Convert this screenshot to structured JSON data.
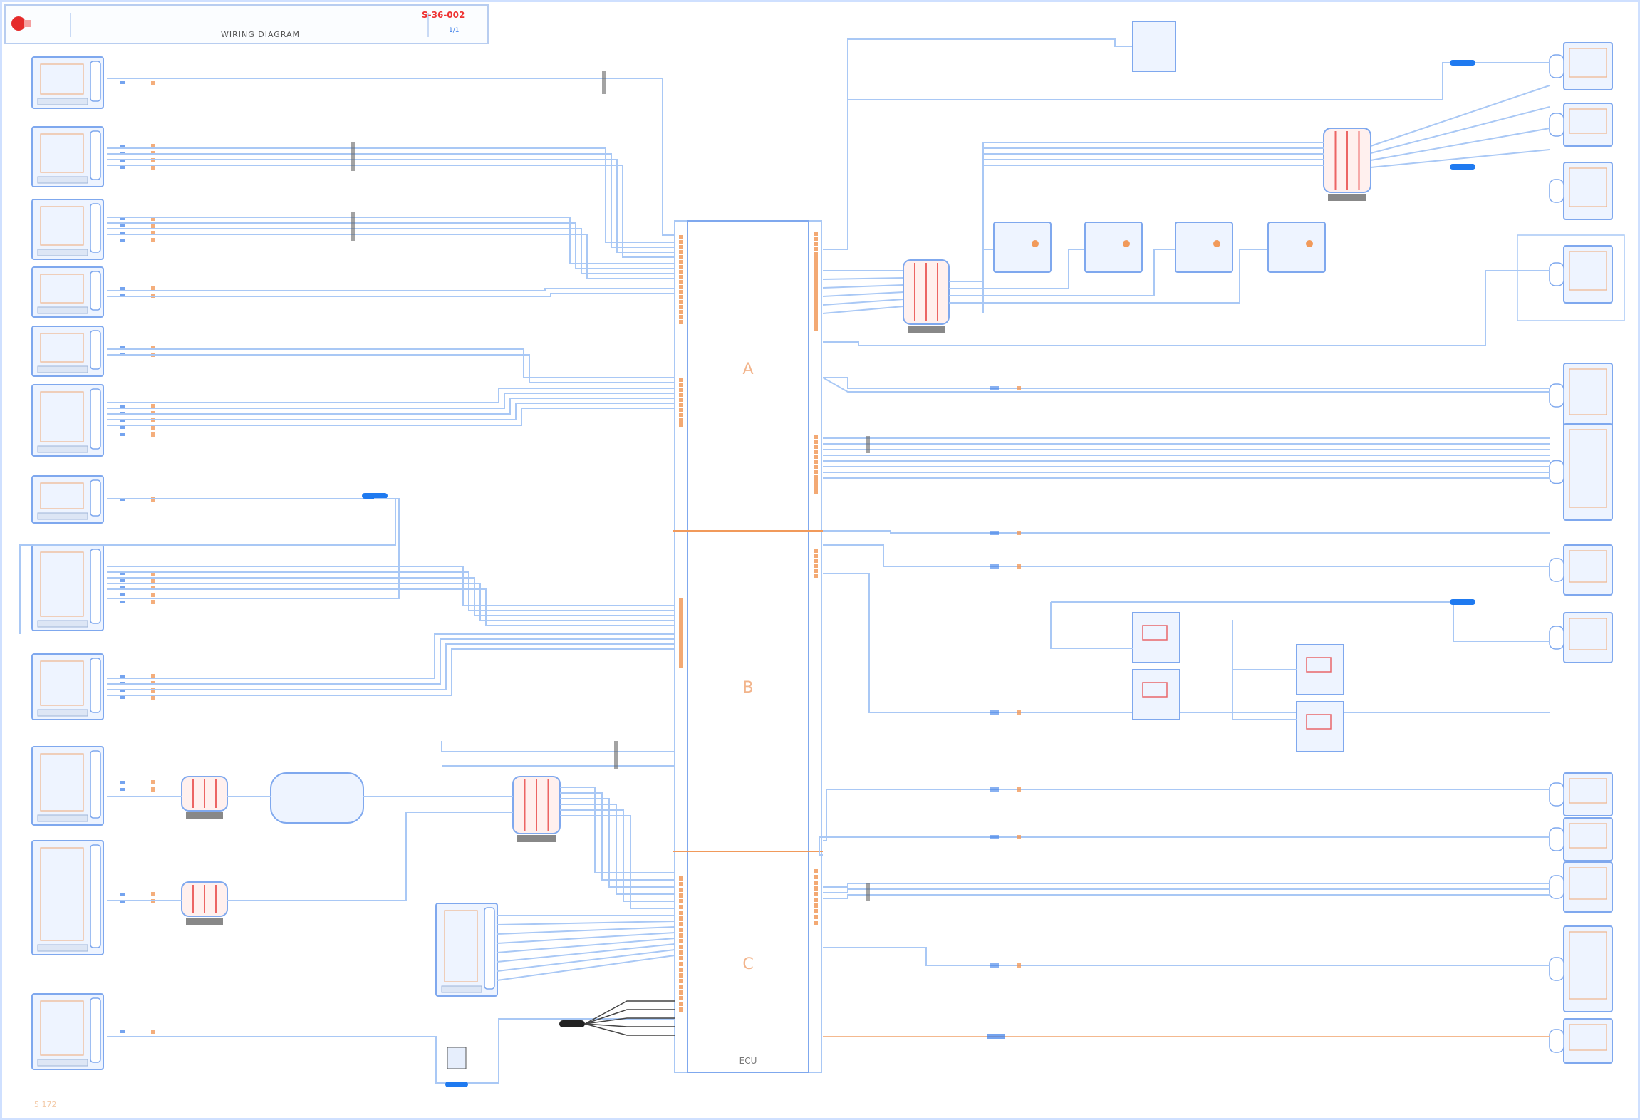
{
  "title_block": {
    "drawing_name": "WIRING DIAGRAM",
    "drawing_code": "S-36-002",
    "sheet": "1/1"
  },
  "colors": {
    "wire": "#3a7de8",
    "wire_light": "#a9c8f5",
    "connector_pin": "#f19a5b",
    "component_border": "#7fa8ee",
    "component_fill": "#eef4ff",
    "accent_red": "#e52b2b",
    "splice": "#1f7af0"
  },
  "ecu": {
    "label": "ECU",
    "sections": [
      "A",
      "B",
      "C"
    ]
  },
  "footer_note": "5 172"
}
